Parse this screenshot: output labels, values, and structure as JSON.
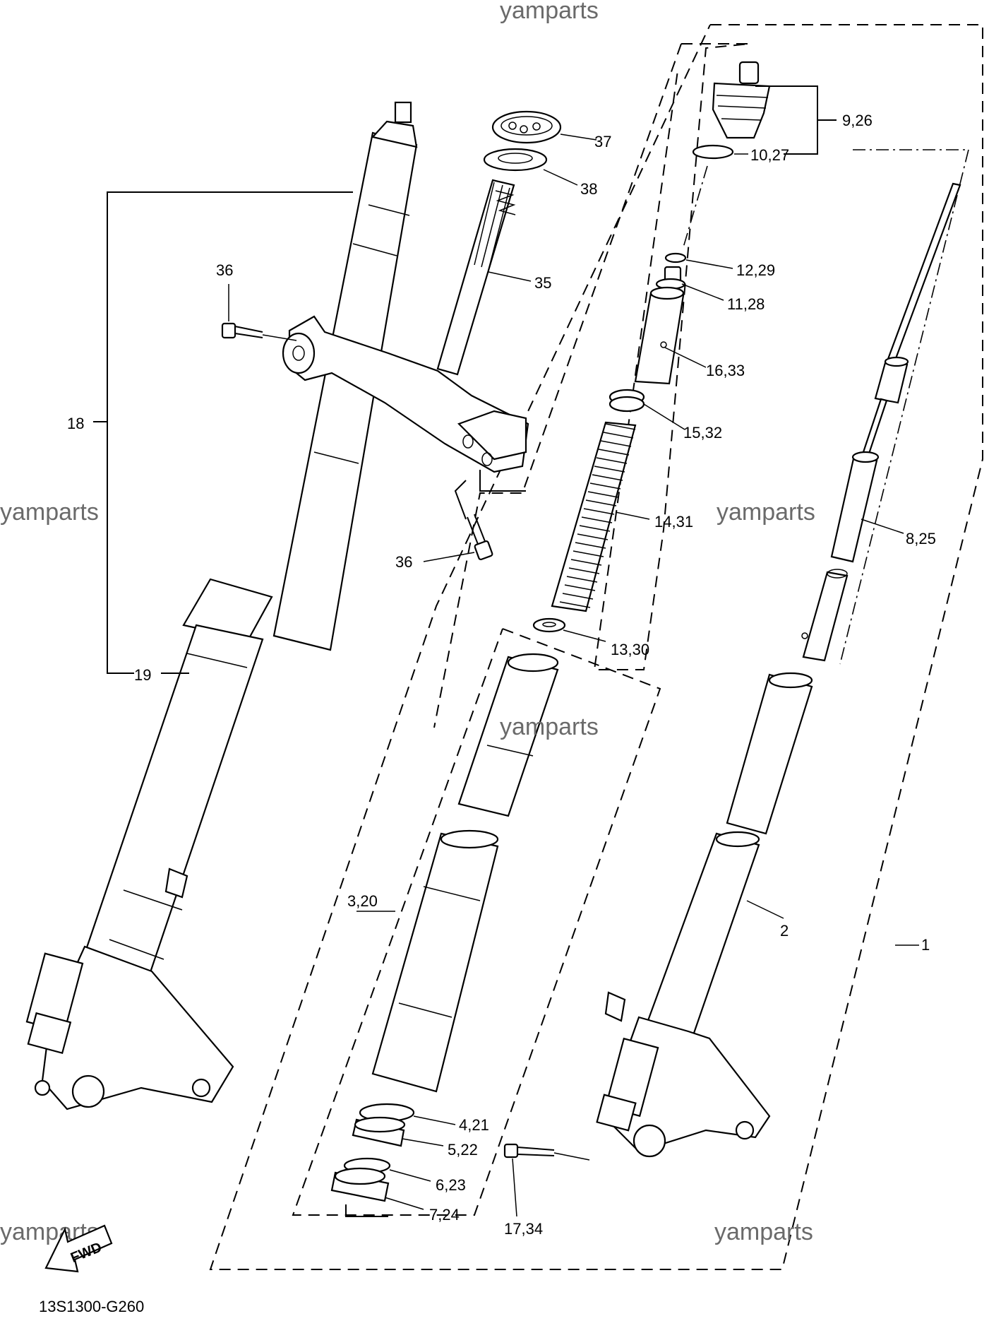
{
  "watermark": "yamparts",
  "diagram_code": "13S1300-G260",
  "fwd_label": "FWD",
  "callouts": {
    "p1": "1",
    "p2": "2",
    "p3_20": "3,20",
    "p4_21": "4,21",
    "p5_22": "5,22",
    "p6_23": "6,23",
    "p7_24": "7,24",
    "p8_25": "8,25",
    "p9_26": "9,26",
    "p10_27": "10,27",
    "p11_28": "11,28",
    "p12_29": "12,29",
    "p13_30": "13,30",
    "p14_31": "14,31",
    "p15_32": "15,32",
    "p16_33": "16,33",
    "p17_34": "17,34",
    "p18": "18",
    "p19": "19",
    "p35": "35",
    "p36a": "36",
    "p36b": "36",
    "p37": "37",
    "p38": "38"
  }
}
